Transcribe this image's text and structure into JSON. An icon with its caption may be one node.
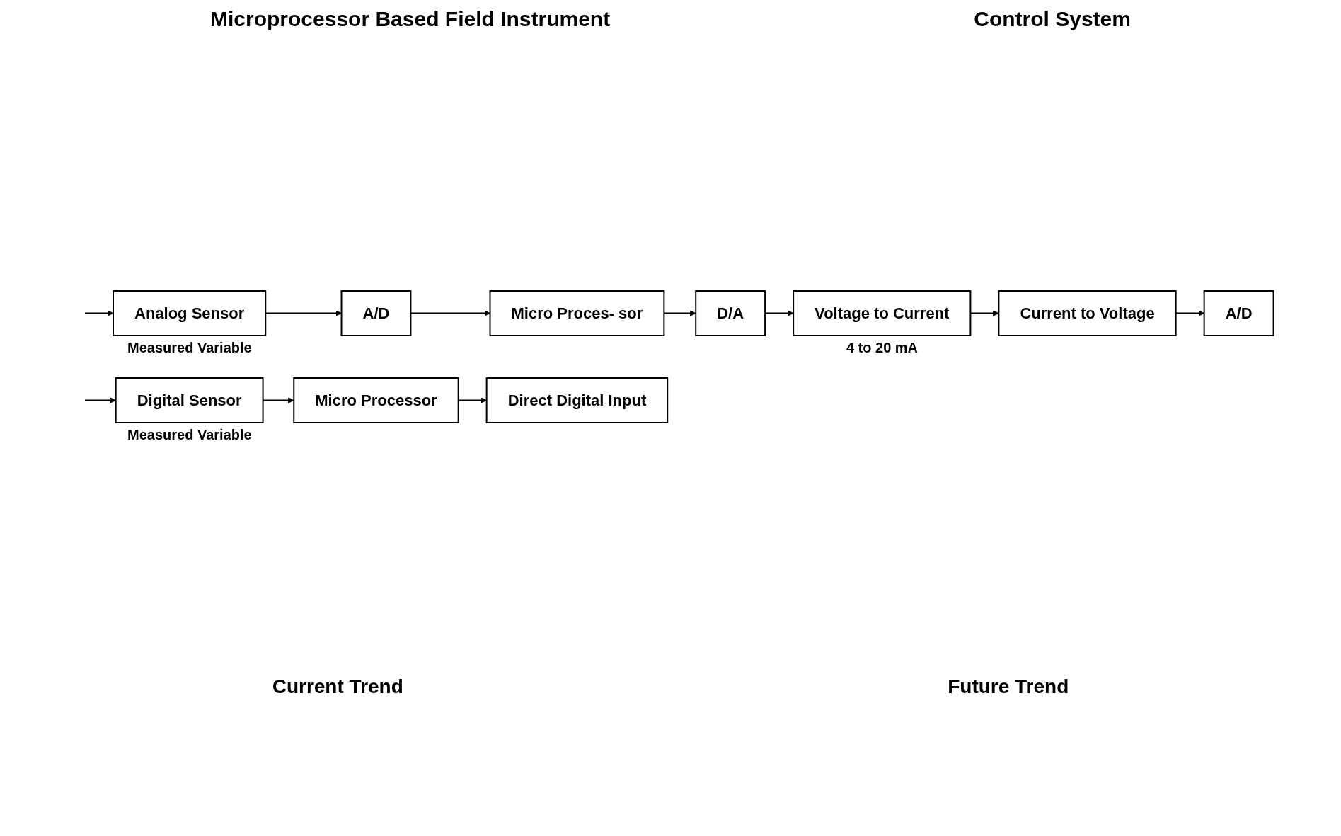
{
  "diagram": {
    "nodes": [
      {
        "text": [
          "Analog Sensor"
        ],
        "beside": [
          "Measured Variable"
        ]
      },
      {
        "text": [
          "A/D"
        ]
      },
      {
        "text": [
          "Micro Proces- sor"
        ]
      },
      {
        "text": [
          "D/A"
        ]
      },
      {
        "text": [
          "Voltage to Current"
        ],
        "beside": [
          "4 to 20 mA"
        ]
      },
      {
        "text": [
          "Current to Voltage"
        ]
      },
      {
        "text": [
          "A/D"
        ]
      },
      {
        "text": [
          "Digital Sensor"
        ],
        "beside": [
          "Measured Variable"
        ]
      },
      {
        "text": [
          "Micro Processor"
        ]
      },
      {
        "text": [
          "Direct Digital Input"
        ]
      }
    ],
    "edges": [
      {
        "from": null,
        "to": 0,
        "arrow": "to"
      },
      {
        "from": 0,
        "to": 1,
        "arrow": "to"
      },
      {
        "from": 1,
        "to": 2,
        "arrow": "to"
      },
      {
        "from": 2,
        "to": 3,
        "arrow": "to"
      },
      {
        "from": 3,
        "to": 4,
        "arrow": "to"
      },
      {
        "from": 4,
        "to": 5,
        "arrow": "to"
      },
      {
        "from": 5,
        "to": 6,
        "arrow": "to"
      },
      {
        "from": null,
        "to": 7,
        "arrow": "to"
      },
      {
        "from": 7,
        "to": 8,
        "arrow": "to"
      },
      {
        "from": 8,
        "to": 9,
        "arrow": "to"
      }
    ],
    "labels": [
      "Microprocessor Based Field Instrument",
      "Control System",
      "Current Trend",
      "Future Trend"
    ]
  }
}
